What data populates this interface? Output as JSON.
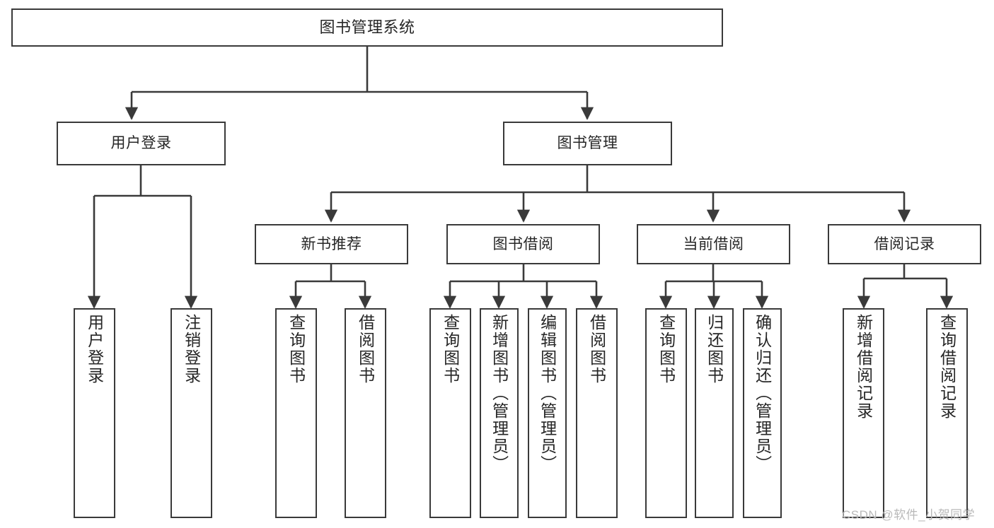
{
  "diagram": {
    "title": "图书管理系统",
    "type": "tree",
    "background_color": "#ffffff",
    "box_border_color": "#3a3a3a",
    "text_color": "#262626",
    "connector_color": "#3a3a3a",
    "levels": [
      {
        "level": 0,
        "nodes": [
          {
            "id": "root",
            "label": "图书管理系统",
            "orientation": "horizontal"
          }
        ]
      },
      {
        "level": 1,
        "nodes": [
          {
            "id": "login",
            "label": "用户登录",
            "orientation": "horizontal",
            "parent": "root"
          },
          {
            "id": "bookmgmt",
            "label": "图书管理",
            "orientation": "horizontal",
            "parent": "root"
          }
        ]
      },
      {
        "level": 2,
        "nodes": [
          {
            "id": "newbook",
            "label": "新书推荐",
            "orientation": "horizontal",
            "parent": "bookmgmt"
          },
          {
            "id": "borrow",
            "label": "图书借阅",
            "orientation": "horizontal",
            "parent": "bookmgmt"
          },
          {
            "id": "current",
            "label": "当前借阅",
            "orientation": "horizontal",
            "parent": "bookmgmt"
          },
          {
            "id": "records",
            "label": "借阅记录",
            "orientation": "horizontal",
            "parent": "bookmgmt"
          }
        ]
      },
      {
        "level": 3,
        "nodes": [
          {
            "id": "leaf1",
            "label": "用户登录",
            "orientation": "vertical",
            "parent": "login"
          },
          {
            "id": "leaf2",
            "label": "注销登录",
            "orientation": "vertical",
            "parent": "login"
          },
          {
            "id": "leaf3",
            "label": "查询图书",
            "orientation": "vertical",
            "parent": "newbook"
          },
          {
            "id": "leaf4",
            "label": "借阅图书",
            "orientation": "vertical",
            "parent": "newbook"
          },
          {
            "id": "leaf5",
            "label": "查询图书",
            "orientation": "vertical",
            "parent": "borrow"
          },
          {
            "id": "leaf6",
            "label": "新增图书（管理员）",
            "orientation": "vertical",
            "parent": "borrow"
          },
          {
            "id": "leaf7",
            "label": "编辑图书（管理员）",
            "orientation": "vertical",
            "parent": "borrow"
          },
          {
            "id": "leaf8",
            "label": "借阅图书",
            "orientation": "vertical",
            "parent": "borrow"
          },
          {
            "id": "leaf9",
            "label": "查询图书",
            "orientation": "vertical",
            "parent": "current"
          },
          {
            "id": "leaf10",
            "label": "归还图书",
            "orientation": "vertical",
            "parent": "current"
          },
          {
            "id": "leaf11",
            "label": "确认归还（管理员）",
            "orientation": "vertical",
            "parent": "current"
          },
          {
            "id": "leaf12",
            "label": "新增借阅记录",
            "orientation": "vertical",
            "parent": "records"
          },
          {
            "id": "leaf13",
            "label": "查询借阅记录",
            "orientation": "vertical",
            "parent": "records"
          }
        ]
      }
    ]
  },
  "watermark": {
    "text": "CSDN @软件_小贺同学",
    "color": "#b9b9b9"
  }
}
